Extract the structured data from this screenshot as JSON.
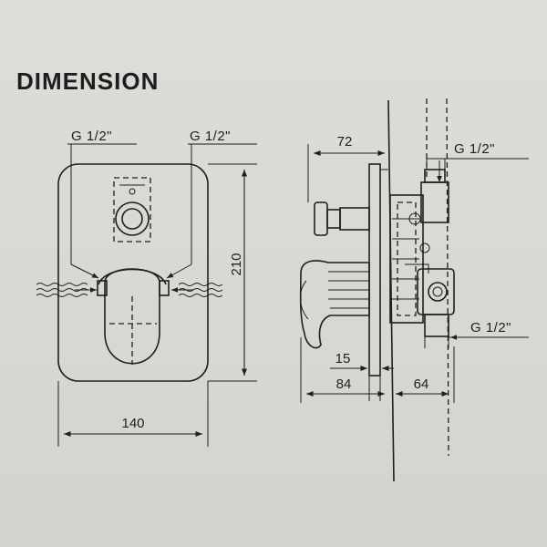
{
  "title": "DIMENSION",
  "front_view": {
    "inlet_left": "G 1/2\"",
    "inlet_right": "G 1/2\"",
    "height": "210",
    "width": "140"
  },
  "side_view": {
    "depth_top": "72",
    "outlet_top": "G 1/2\"",
    "outlet_bottom": "G 1/2\"",
    "plate": "15",
    "handle_depth": "84",
    "body_depth": "64"
  }
}
